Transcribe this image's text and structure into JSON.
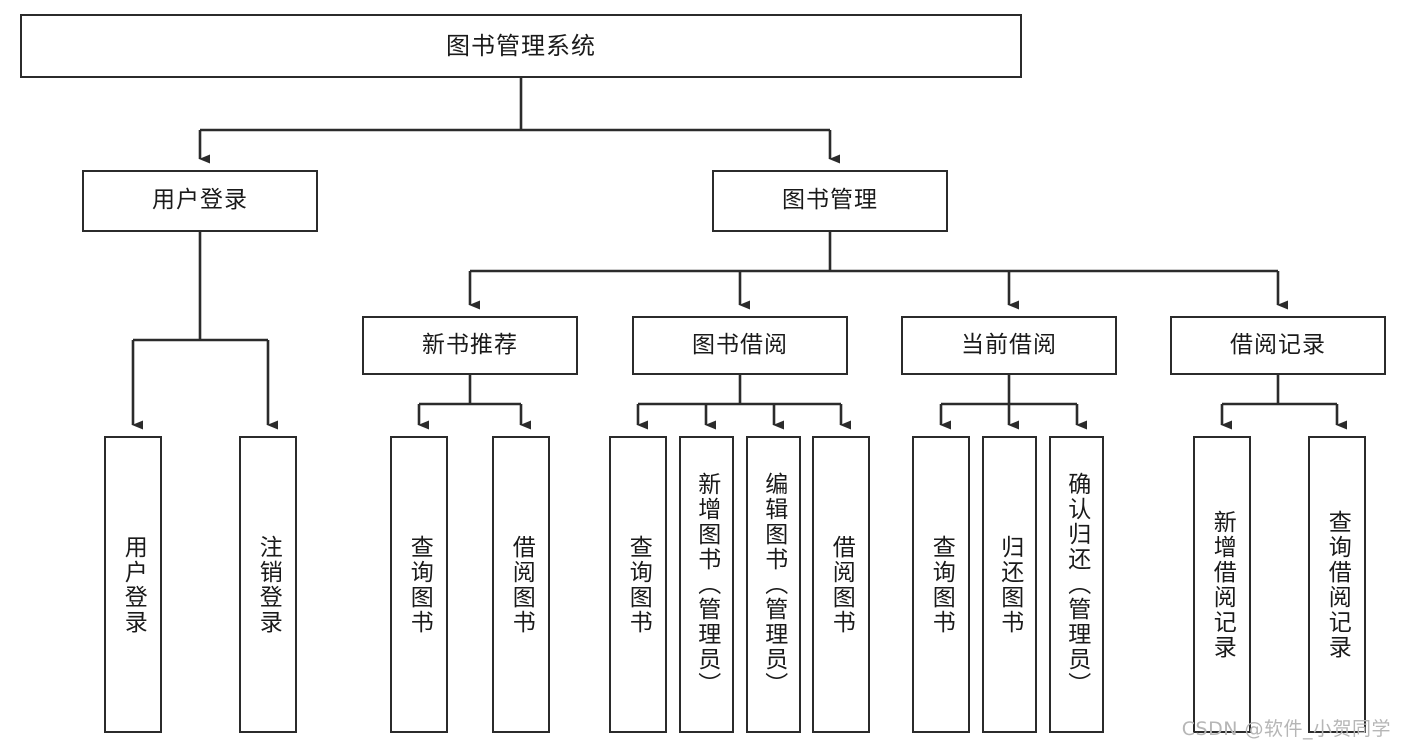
{
  "diagram": {
    "title": "图书管理系统",
    "type": "tree-hierarchy",
    "watermark": "CSDN @软件_小贺同学",
    "stroke_color": "#2b2b2b",
    "fill_color": "#ffffff",
    "background": "#ffffff",
    "nodes": {
      "root": {
        "label": "图书管理系统"
      },
      "level2": [
        {
          "id": "user-login",
          "label": "用户登录"
        },
        {
          "id": "book-manage",
          "label": "图书管理"
        }
      ],
      "level3": [
        {
          "id": "new-book-recommend",
          "label": "新书推荐"
        },
        {
          "id": "book-borrow",
          "label": "图书借阅"
        },
        {
          "id": "current-borrow",
          "label": "当前借阅"
        },
        {
          "id": "borrow-record",
          "label": "借阅记录"
        }
      ],
      "leaves": {
        "user-login": [
          {
            "id": "leaf-user-login",
            "label": "用户登录"
          },
          {
            "id": "leaf-user-logout",
            "label": "注销登录"
          }
        ],
        "new-book-recommend": [
          {
            "id": "leaf-query-book-1",
            "label": "查询图书"
          },
          {
            "id": "leaf-borrow-book-1",
            "label": "借阅图书"
          }
        ],
        "book-borrow": [
          {
            "id": "leaf-query-book-2",
            "label": "查询图书"
          },
          {
            "id": "leaf-add-book",
            "label": "新增图书（管理员）"
          },
          {
            "id": "leaf-edit-book",
            "label": "编辑图书（管理员）"
          },
          {
            "id": "leaf-borrow-book-2",
            "label": "借阅图书"
          }
        ],
        "current-borrow": [
          {
            "id": "leaf-query-book-3",
            "label": "查询图书"
          },
          {
            "id": "leaf-return-book",
            "label": "归还图书"
          },
          {
            "id": "leaf-confirm-return",
            "label": "确认归还（管理员）"
          }
        ],
        "borrow-record": [
          {
            "id": "leaf-add-record",
            "label": "新增借阅记录"
          },
          {
            "id": "leaf-query-record",
            "label": "查询借阅记录"
          }
        ]
      }
    }
  }
}
